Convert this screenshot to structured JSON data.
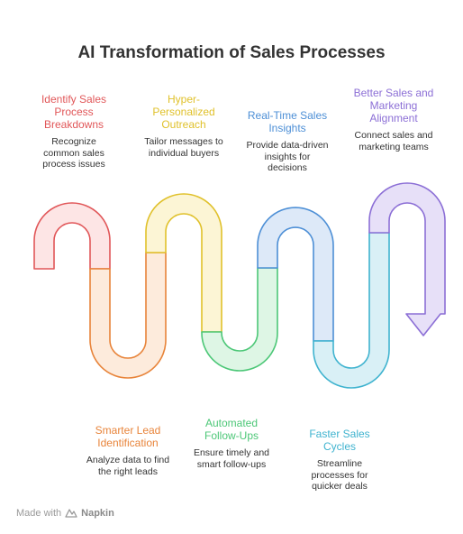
{
  "title": "AI Transformation of Sales Processes",
  "steps": [
    {
      "heading": "Identify Sales Process Breakdowns",
      "heading_lines": [
        "Identify Sales",
        "Process",
        "Breakdowns"
      ],
      "description_lines": [
        "Recognize",
        "common sales",
        "process issues"
      ],
      "color": "#e15759",
      "fill": "#fde5e5"
    },
    {
      "heading": "Smarter Lead Identification",
      "heading_lines": [
        "Smarter Lead",
        "Identification"
      ],
      "description_lines": [
        "Analyze data to find",
        "the right leads"
      ],
      "color": "#e8843a",
      "fill": "#fdebdc"
    },
    {
      "heading": "Hyper-Personalized Outreach",
      "heading_lines": [
        "Hyper-",
        "Personalized",
        "Outreach"
      ],
      "description_lines": [
        "Tailor messages to",
        "individual buyers"
      ],
      "color": "#e0c12b",
      "fill": "#fcf5d5"
    },
    {
      "heading": "Automated Follow-Ups",
      "heading_lines": [
        "Automated",
        "Follow-Ups"
      ],
      "description_lines": [
        "Ensure timely and",
        "smart follow-ups"
      ],
      "color": "#4cc777",
      "fill": "#def6e5"
    },
    {
      "heading": "Real-Time Sales Insights",
      "heading_lines": [
        "Real-Time Sales",
        "Insights"
      ],
      "description_lines": [
        "Provide data-driven",
        "insights for",
        "decisions"
      ],
      "color": "#4d8fd6",
      "fill": "#dde9f8"
    },
    {
      "heading": "Faster Sales Cycles",
      "heading_lines": [
        "Faster Sales",
        "Cycles"
      ],
      "description_lines": [
        "Streamline",
        "processes for",
        "quicker deals"
      ],
      "color": "#3fb3cf",
      "fill": "#d9f0f6"
    },
    {
      "heading": "Better Sales and Marketing Alignment",
      "heading_lines": [
        "Better Sales and",
        "Marketing",
        "Alignment"
      ],
      "description_lines": [
        "Connect sales and",
        "marketing teams"
      ],
      "color": "#8c6fd6",
      "fill": "#e7e0f8"
    }
  ],
  "footer": {
    "prefix": "Made with",
    "brand": "Napkin",
    "icon": "napkin-logo-icon"
  }
}
